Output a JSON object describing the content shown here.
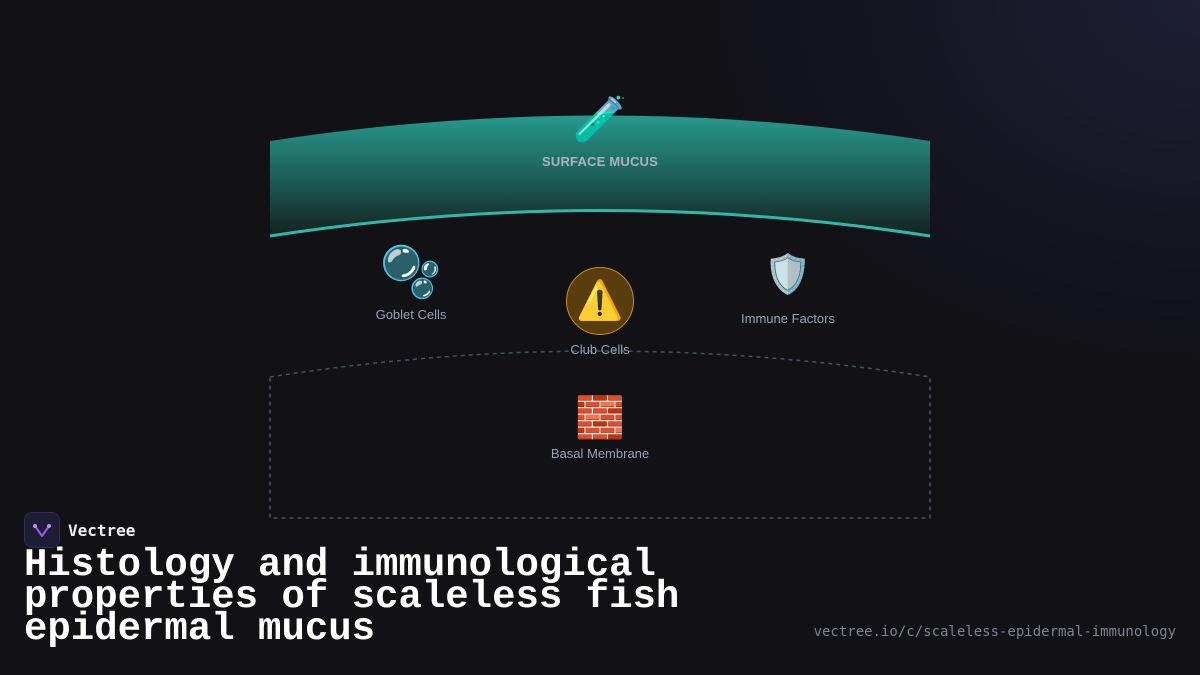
{
  "diagram": {
    "layers": [
      {
        "id": "surface",
        "icon": "test-tube-icon",
        "glyph": "🧪",
        "label": "SURFACE MUCUS",
        "color": "#2aa89a"
      },
      {
        "id": "goblet",
        "icon": "soap-bubbles-icon",
        "glyph": "🫧",
        "label": "Goblet Cells"
      },
      {
        "id": "club",
        "icon": "warning-icon",
        "glyph": "⚠️",
        "label": "Club Cells",
        "color": "#c9900e"
      },
      {
        "id": "immune",
        "icon": "shield-icon",
        "glyph": "🛡️",
        "label": "Immune Factors"
      },
      {
        "id": "basal",
        "icon": "brick-icon",
        "glyph": "🧱",
        "label": "Basal Membrane"
      }
    ]
  },
  "brand": {
    "name": "Vectree",
    "accent": "#9b5de5"
  },
  "footer": {
    "title": "Histology and immunological properties of scaleless fish epidermal mucus",
    "url": "vectree.io/c/scaleless-epidermal-immunology"
  }
}
